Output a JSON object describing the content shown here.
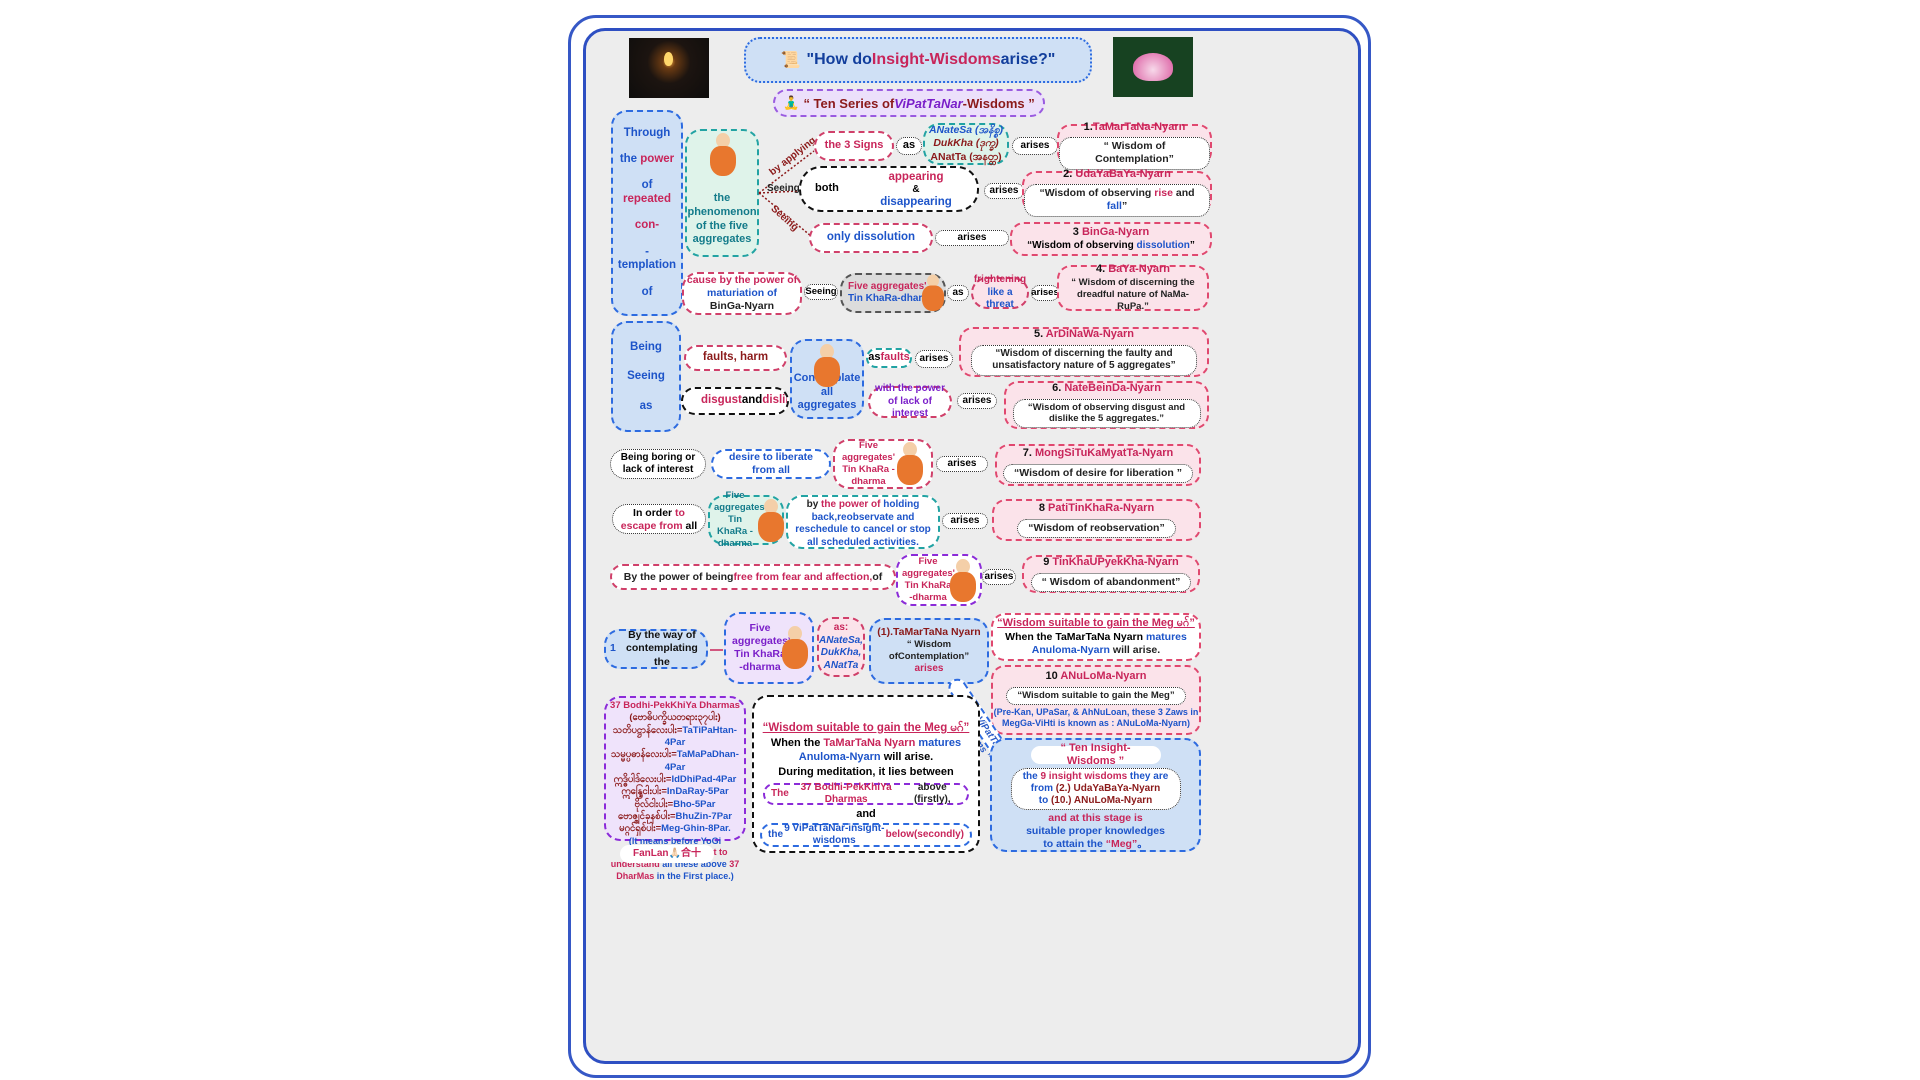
{
  "header": {
    "title_pre": "\"How do ",
    "title_hl": "Insight-Wisdoms",
    "title_post": " arise?\"",
    "subtitle_pre": "“ Ten Series of ",
    "subtitle_hl": "ViPatTaNar",
    "subtitle_post": "-Wisdoms ”"
  },
  "left_power": [
    "Through",
    "the power",
    "of repeated",
    "con-",
    "-templation",
    "of"
  ],
  "phenomenon": "the phenomenon of the five aggregates",
  "by_applying": "by applying",
  "seeing": "Seeing",
  "three_signs": "the 3 Signs",
  "as": "as",
  "marks": {
    "anatesa": "ANateSa (အနိစ္စ)",
    "dukkha": "DukKha (ဒုက္ခ)",
    "anatta": "ANatTa (အနတ္တ)"
  },
  "arises": "arises",
  "both": "both",
  "appearing": "appearing",
  "amp": "&",
  "disappearing": "disappearing",
  "only_dissolution": "only dissolution",
  "cause": {
    "l1": "cause by the power of",
    "l2": "maturiation of",
    "l3": "BinGa-Nyarn"
  },
  "five_tin": {
    "l1": "Five aggregates'",
    "l2": "Tin KhaRa-dharma"
  },
  "frightening": {
    "l1": "frightening",
    "l2": "like a threat"
  },
  "being_seeing": [
    "Being",
    "Seeing",
    "as"
  ],
  "faults_harm": "faults, harm",
  "disgust": {
    "a": "disgust",
    "b": " and ",
    "c": "dislike"
  },
  "contemplate": "Contemplate all aggregates",
  "as_faults": {
    "a": "as ",
    "b": "faults"
  },
  "power_lack": "with the power of lack of interest",
  "boring": "Being boring or lack of interest",
  "desire": "desire to liberate from all",
  "five_dharma": "Five aggregates' Tin KhaRa -dharma",
  "escape": {
    "a": "In order ",
    "b": "to",
    "c": " escape from ",
    "d": "all"
  },
  "holding": {
    "a": "by ",
    "b": "the power of",
    "c": " holding back,reobservate and reschedule to cancel or stop all scheduled activities."
  },
  "free": {
    "a": "By the power of being ",
    "b": "free from fear and affection,",
    "c": " of"
  },
  "way": {
    "n": "1",
    "t": "By the way of contemplating the"
  },
  "as_list": {
    "h": "as:",
    "a": "ANateSa,",
    "b": "DukKha,",
    "c": "ANatTa"
  },
  "tama_box": {
    "a": "(1).TaMarTaNa Nyarn",
    "b": "“ Wisdom ofContemplation”",
    "c": "arises"
  },
  "wisdoms": [
    {
      "num": "1.",
      "name": "TaMarTaNa-Nyarn",
      "desc": "“ Wisdom of Contemplation”"
    },
    {
      "num": "2.",
      "name": "UdaYaBaYa-Nyarn",
      "desc_a": "“Wisdom of observing ",
      "desc_b": "rise",
      "desc_c": " and ",
      "desc_d": "fall",
      "desc_e": "”"
    },
    {
      "num": "3",
      "name": "BinGa-Nyarn",
      "desc_a": "“Wisdom of observing ",
      "desc_b": "dissolution",
      "desc_c": "”"
    },
    {
      "num": "4.",
      "name": "BaYa-Nyarn",
      "desc": "“ Wisdom of discerning the dreadful nature of NaMa-RuPa.”"
    },
    {
      "num": "5.",
      "name": "ArDiNaWa-Nyarn",
      "desc": "“Wisdom of discerning the faulty and unsatisfactory nature of 5 aggregates”"
    },
    {
      "num": "6.",
      "name": "NateBeinDa-Nyarn",
      "desc": "“Wisdom of observing disgust and dislike the 5 aggregates.”"
    },
    {
      "num": "7.",
      "name": "MongSiTuKaMyatTa-Nyarn",
      "desc": "“Wisdom of desire for liberation ”"
    },
    {
      "num": "8",
      "name": "PatiTinKhaRa-Nyarn",
      "desc": "“Wisdom of reobservation”"
    },
    {
      "num": "9",
      "name": "TinKhaUPyekKha-Nyarn",
      "desc": "“ Wisdom of abandonment”"
    },
    {
      "num": "10",
      "name": "ANuLoMa-Nyarn",
      "desc": "“Wisdom suitable to gain the Meg”",
      "note": "(Pre-Kan, UPaSar, & AhNuLoan, these 3 Zaws in MegGa-ViHti is known as : ANuLoMa-Nyarn)"
    }
  ],
  "meg": {
    "title": "“Wisdom suitable to gain the Meg မဂ်”",
    "l1a": "When the ",
    "l1b": "TaMarTaNa Nyarn",
    "l1c": " matures",
    "l2a": "Anuloma-Nyarn",
    "l2b": " will arise."
  },
  "bodhi": {
    "title": "37 Bodhi-PekKhiYa Dharmas",
    "sub": "(ဗောဓိပက္ခိယတရား၃၇ပါး)",
    "rows": [
      [
        "သတိပဋ္ဌာန်လေးပါး=",
        "TaTiPaHtan-4Par"
      ],
      [
        "သမ္မပ္ပဓာန်လေးပါး=",
        "TaMaPaDhan-4Par"
      ],
      [
        "ဣဒ္ဓိပါဒ်လေးပါး=",
        "IdDhiPad-4Par"
      ],
      [
        "ဣန္ဒြေငါးပါး=",
        "InDaRay-5Par"
      ],
      [
        "ဗိုလ်ငါးပါး=",
        "Bho-5Par"
      ],
      [
        "ဗောဇ္ဈင်ခုနစ်ပါး=",
        "BhuZin-7Par"
      ],
      [
        "မဂ္ဂင်ရှစ်ပါး=",
        "Meg-Ghin-8Par."
      ]
    ],
    "note_a": "(It means before YoGi meditates,",
    "note_b": "it is a must to understand",
    "note_c": " all these above ",
    "note_d": "37 DharMas",
    "note_e": " in the First place.)"
  },
  "fanlan": "FanLan🙏🏻合十",
  "center": {
    "title": "“Wisdom suitable to gain the Meg မဂ်”",
    "l1a": "When the ",
    "l1b": "TaMarTaNa Nyarn",
    "l1c": " matures",
    "l2a": "Anuloma-Nyarn",
    "l2b": " will arise.",
    "l3": "During meditation, it lies between",
    "p1a": "The ",
    "p1b": "37 Bodhi-PekKhiYa Dharmas",
    "p1c": " above (firstly),",
    "and": "and",
    "p2a": "the ",
    "p2b": "9 ViPatTaNar-insight-wisdoms",
    "p2c": " below(secondly)"
  },
  "ten": {
    "title": "“ Ten Insight-Wisdoms ”",
    "a": "the ",
    "b": "9 insight wisdoms",
    "c": " they are",
    "d": "from ",
    "e": "(2.) UdaYaBaYa-Nyarn",
    "f": "to ",
    "g": "(10.) ANuLoMa-Nyarn",
    "h": "and at this stage is",
    "i": "suitable proper knowledges",
    "j": "to attain the ",
    "k": "“Meg”",
    "l": "。"
  },
  "diag_label": "“Ten ViPatTaNar-Wisdoms ”",
  "colors": {
    "accent_red": "#c8255a",
    "accent_blue": "#1d54c9",
    "border": "#2e4fc2"
  }
}
